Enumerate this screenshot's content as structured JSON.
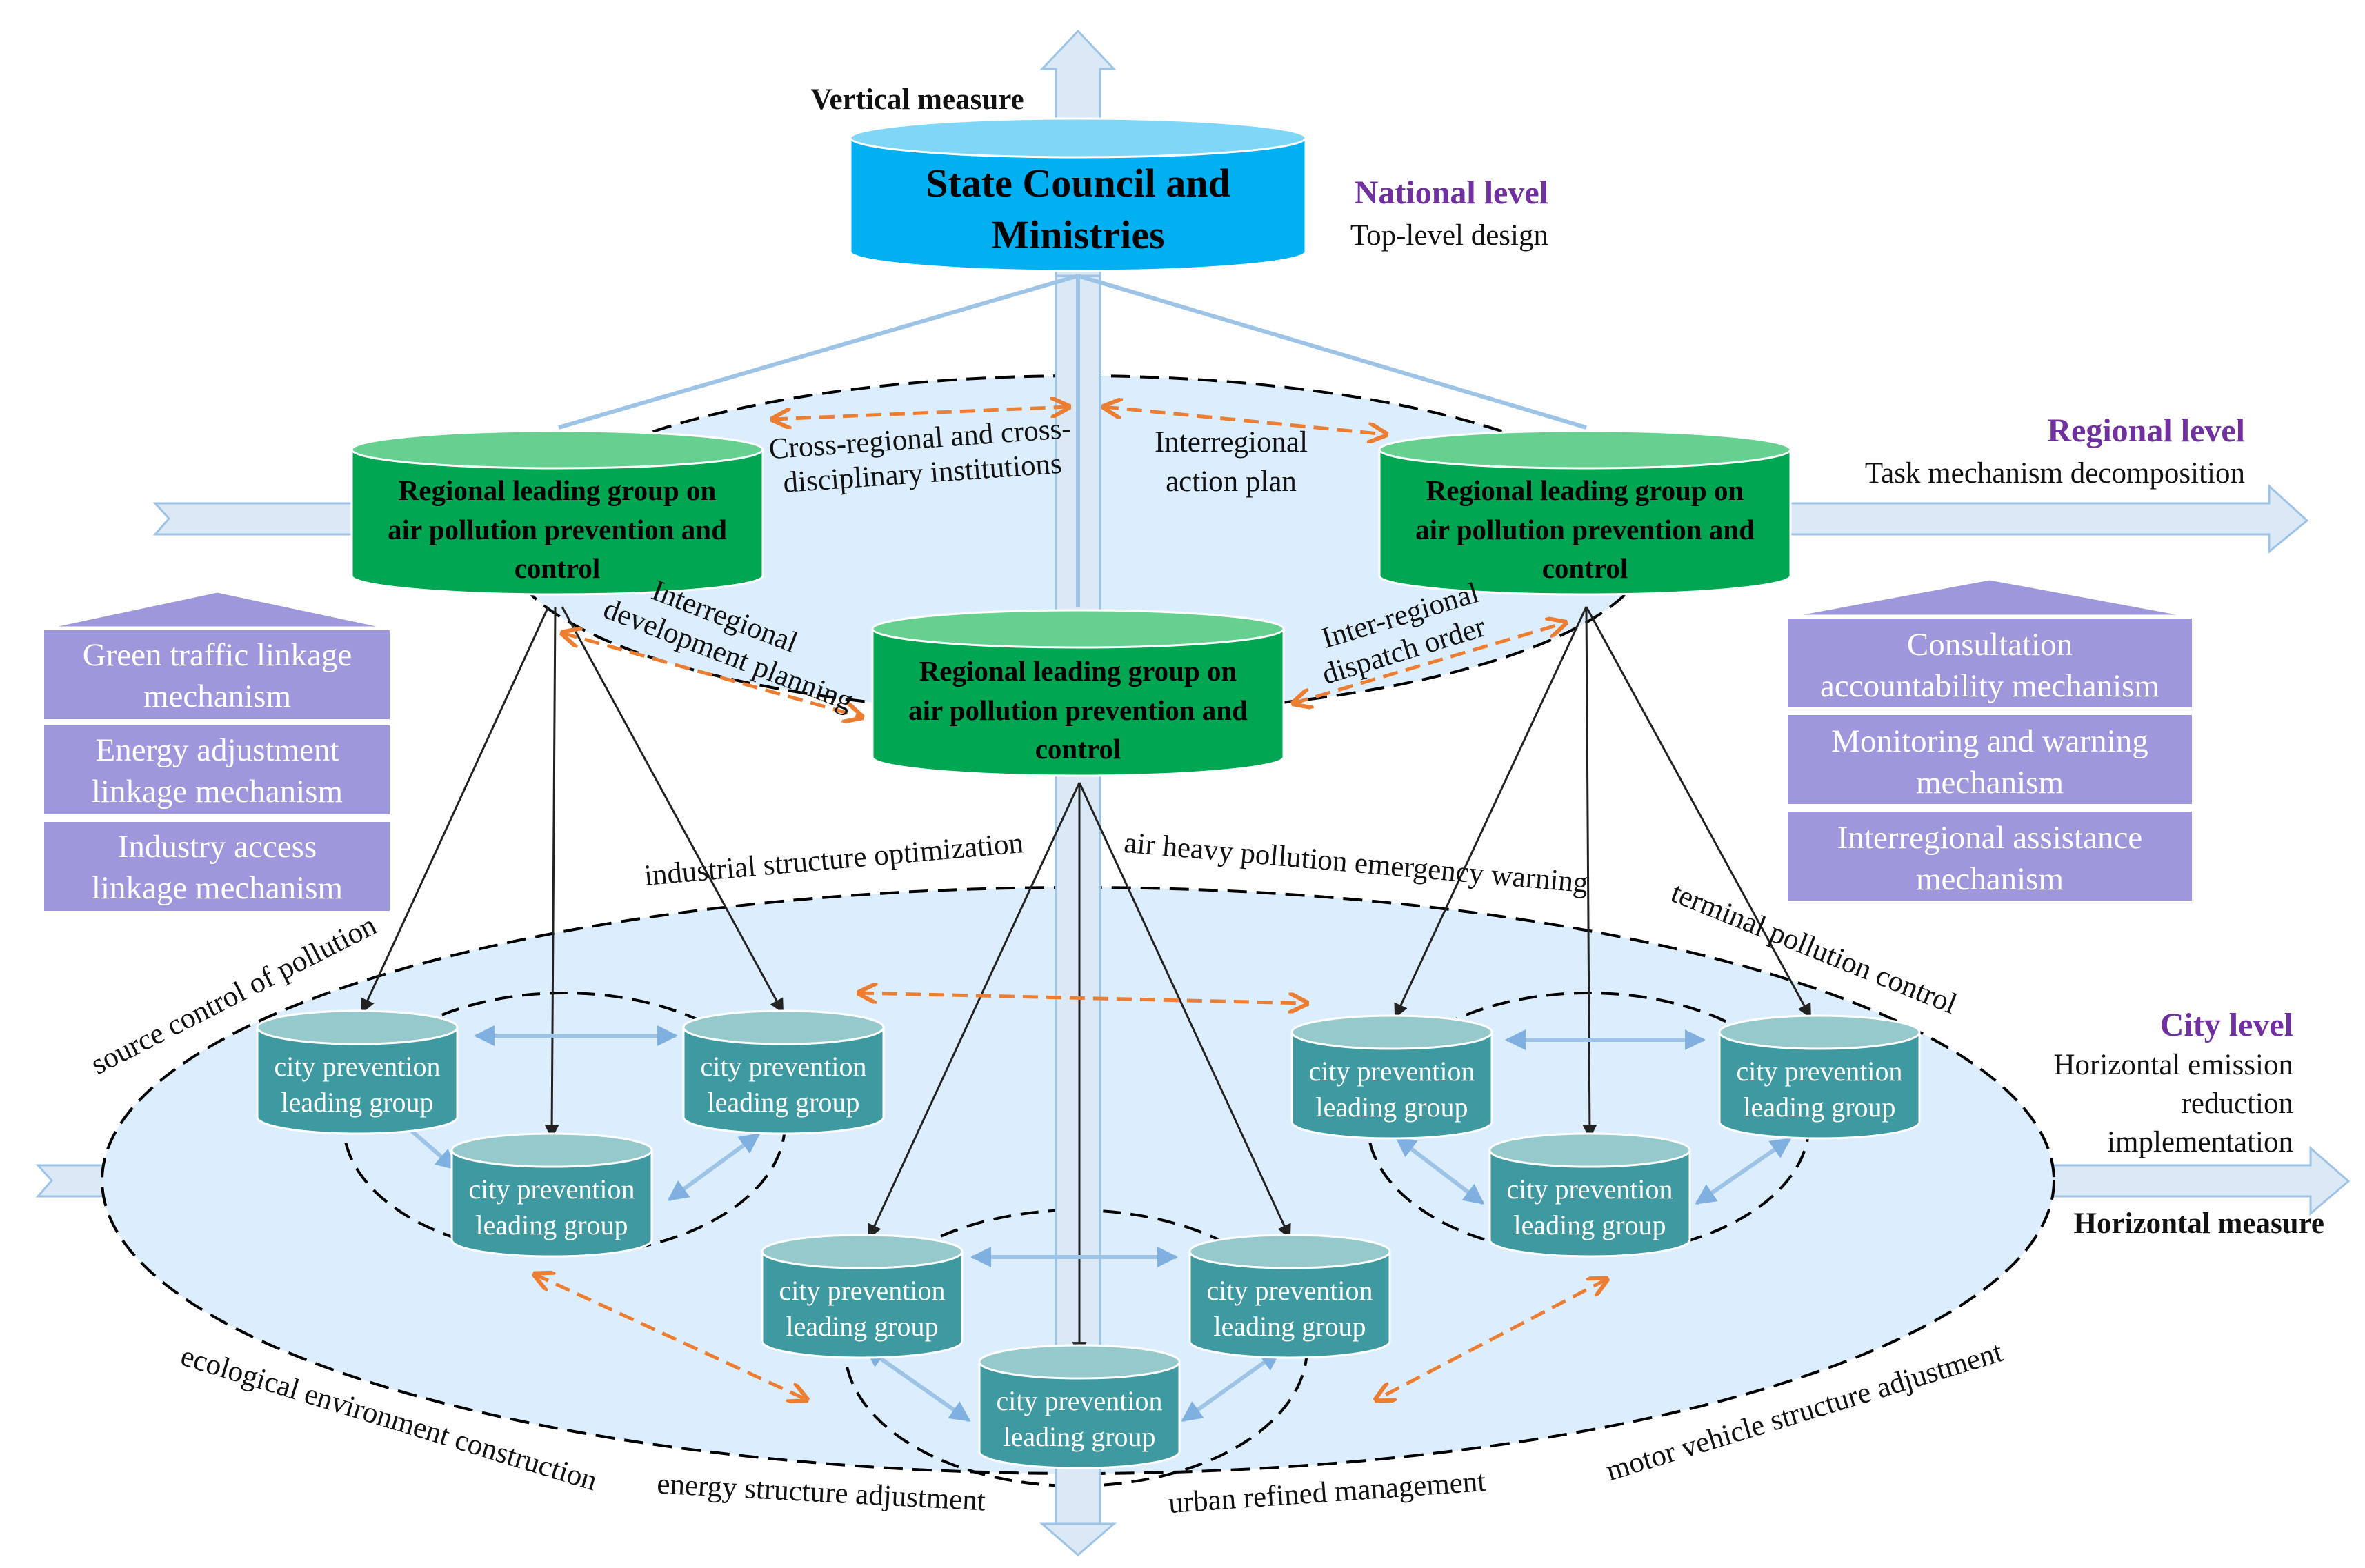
{
  "colors": {
    "state_council_fill": "#00b0f0",
    "state_council_top": "#7fd6f7",
    "regional_fill": "#00a651",
    "regional_top": "#66d090",
    "city_fill": "#3e9aa0",
    "city_top": "#96c9cc",
    "ellipse_fill": "#dceefe",
    "blue_connector": "#9dc3e6",
    "orange_dashed": "#ed7d31",
    "mechanism_fill": "#9f97db",
    "level_text": "#7030a0"
  },
  "top": {
    "vertical_measure": "Vertical measure",
    "horizontal_measure": "Horizontal measure",
    "state_council_line1": "State Council and",
    "state_council_line2": "Ministries"
  },
  "levels": {
    "national_title": "National level",
    "national_sub": "Top-level design",
    "regional_title": "Regional level",
    "regional_sub": "Task mechanism  decomposition",
    "city_title": "City level",
    "city_sub_line1": "Horizontal emission",
    "city_sub_line2": "reduction",
    "city_sub_line3": "implementation"
  },
  "regional_group": {
    "line1": "Regional leading group on",
    "line2": "air pollution prevention and",
    "line3": "control"
  },
  "city_group": {
    "line1": "city prevention",
    "line2": "leading group"
  },
  "regional_links": {
    "cross_line1": "Cross-regional and cross-",
    "cross_line2": "disciplinary institutions",
    "plan_line1": "Interregional",
    "plan_line2": "action plan",
    "dev_line1": "Interregional",
    "dev_line2": "development planning",
    "dispatch_line1": "Inter-regional",
    "dispatch_line2": "dispatch order"
  },
  "measures": {
    "industrial": "industrial structure optimization",
    "emergency": "air heavy pollution emergency warning",
    "source": "source control of pollution",
    "terminal": "terminal pollution control",
    "ecological": "ecological environment construction",
    "energy_structure": "energy structure adjustment",
    "urban": "urban refined management",
    "motor": "motor vehicle structure adjustment"
  },
  "left_mechanisms": [
    {
      "line1": "Green traffic linkage",
      "line2": "mechanism"
    },
    {
      "line1": "Energy adjustment",
      "line2": "linkage mechanism"
    },
    {
      "line1": "Industry access",
      "line2": "linkage mechanism"
    }
  ],
  "right_mechanisms": [
    {
      "line1": "Consultation",
      "line2": "accountability mechanism"
    },
    {
      "line1": "Monitoring and warning",
      "line2": "mechanism"
    },
    {
      "line1": "Interregional assistance",
      "line2": "mechanism"
    }
  ]
}
